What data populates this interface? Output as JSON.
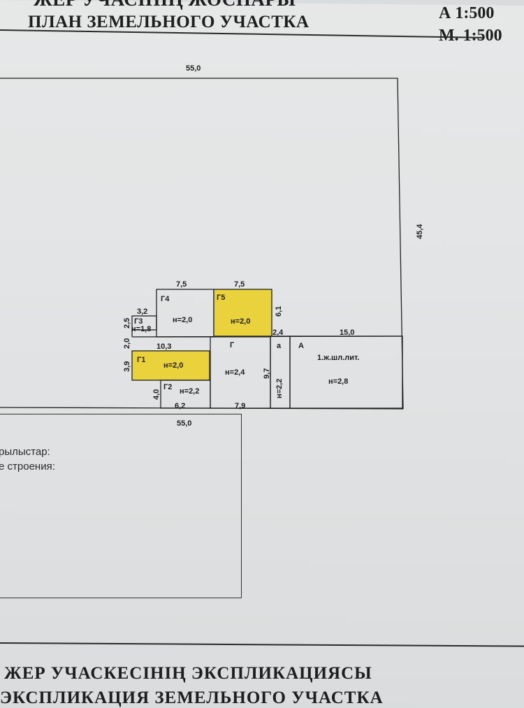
{
  "header": {
    "title_kz": "ЖЕР УЧАСІНІҢ ЖОСПАРЫ",
    "title_ru": "ПЛАН ЗЕМЕЛЬНОГО УЧАСТКА",
    "scale_kz": "А 1:500",
    "scale_ru": "М. 1:500"
  },
  "plot": {
    "dims": {
      "top": "55,0",
      "right": "45,4",
      "bottom": "55,0"
    }
  },
  "buildings": {
    "g4": {
      "label": "Г4",
      "height": "н=2,0",
      "width": "7,5"
    },
    "g5": {
      "label": "Г5",
      "height": "н=2,0",
      "width": "7,5",
      "side": "6,1"
    },
    "g3": {
      "label": "Г3",
      "height": "н=1,8",
      "width": "3,2",
      "side": "2,5"
    },
    "g": {
      "label": "Г",
      "height": "н=2,4",
      "side": "9,7",
      "gap": "2,0"
    },
    "g1": {
      "label": "Г1",
      "height": "н=2,0",
      "width": "10,3",
      "side": "3,9"
    },
    "g2": {
      "label": "Г2",
      "height": "н=2,2",
      "width": "6,2",
      "side": "4,0"
    },
    "g_bottom": "7,9",
    "a_small": {
      "label": "а",
      "height": "н=2,2",
      "width": "2,4"
    },
    "a_main": {
      "label": "А",
      "desc": "1.ж.шл.лит.",
      "height": "н=2,8",
      "width": "15,0"
    }
  },
  "legend": {
    "line1": "рылыстар:",
    "line2": "е строения:"
  },
  "footer": {
    "line1": "ЖЕР УЧАСКЕСІНІҢ ЭКСПЛИКАЦИЯСЫ",
    "line2": "ЭКСПЛИКАЦИЯ ЗЕМЕЛЬНОГО УЧАСТКА"
  },
  "colors": {
    "highlight": "#e9d23c",
    "paper": "#e3e5e6",
    "ink": "#1e1e1e"
  }
}
